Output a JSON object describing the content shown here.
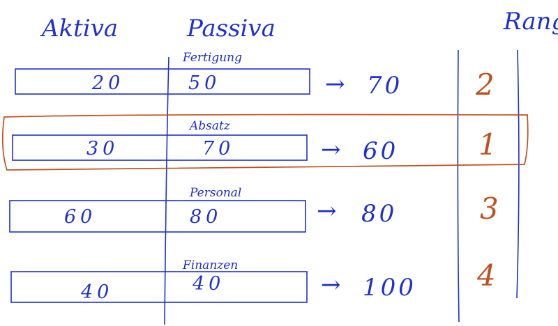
{
  "headers": {
    "aktiva": "Aktiva",
    "passiva": "Passiva",
    "rang": "Rang"
  },
  "rows": [
    {
      "department": "Fertigung",
      "aktiva": "20",
      "passiva": "50",
      "arrow": "→",
      "result": "70",
      "rank": "2",
      "highlighted": false
    },
    {
      "department": "Absatz",
      "aktiva": "30",
      "passiva": "70",
      "arrow": "→",
      "result": "60",
      "rank": "1",
      "highlighted": true
    },
    {
      "department": "Personal",
      "aktiva": "60",
      "passiva": "80",
      "arrow": "→",
      "result": "80",
      "rank": "3",
      "highlighted": false
    },
    {
      "department": "Finanzen",
      "aktiva": "40",
      "passiva": "40",
      "arrow": "→",
      "result": "100",
      "rank": "4",
      "highlighted": false
    }
  ],
  "colors": {
    "ink_blue": "#1f2fd0",
    "ink_orange": "#c0501e",
    "background": "#ffffff"
  }
}
